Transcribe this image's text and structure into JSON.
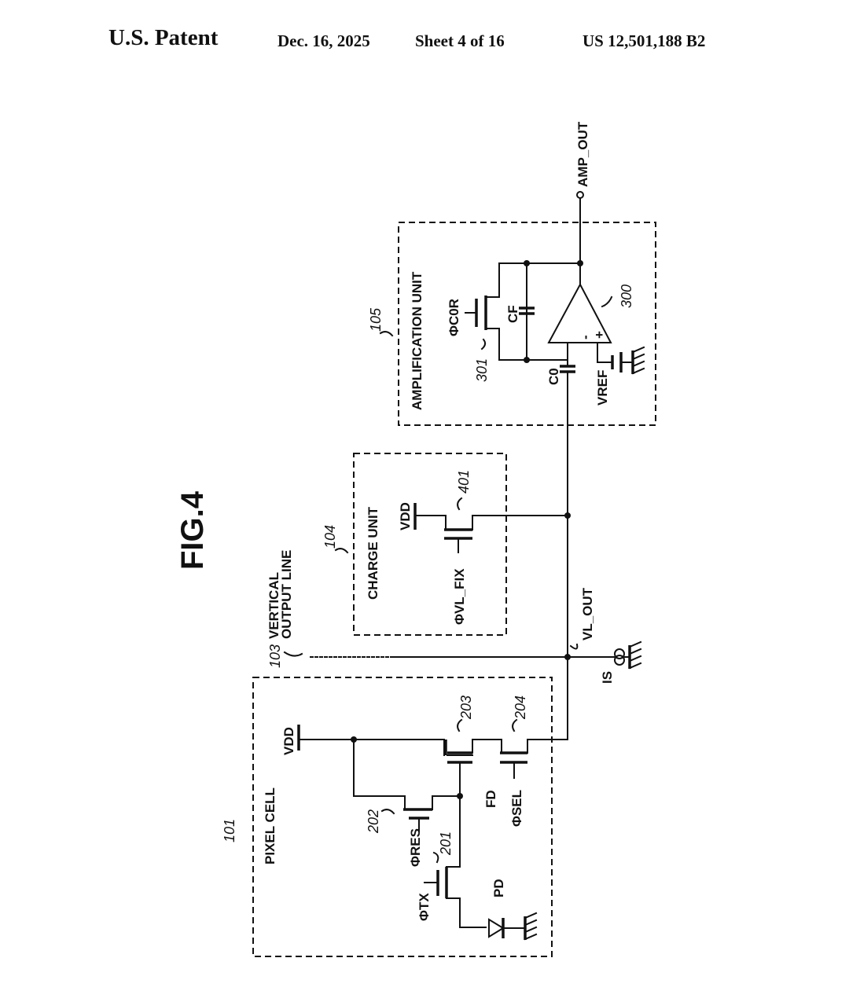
{
  "header": {
    "left": "U.S. Patent",
    "date": "Dec. 16, 2025",
    "sheet": "Sheet 4 of 16",
    "patent_number": "US 12,501,188 B2"
  },
  "figure": {
    "title": "FIG.4"
  },
  "blocks": {
    "pixel_cell": {
      "label": "PIXEL CELL",
      "ref": "101"
    },
    "vertical_output_line": {
      "label_line1": "VERTICAL",
      "label_line2": "OUTPUT LINE",
      "ref": "103"
    },
    "charge_unit": {
      "label": "CHARGE UNIT",
      "ref": "104"
    },
    "amplification_unit": {
      "label": "AMPLIFICATION UNIT",
      "ref": "105"
    }
  },
  "signals": {
    "vdd_pixel": "VDD",
    "vdd_charge": "VDD",
    "phi_res": "ΦRES",
    "phi_tx": "ΦTX",
    "phi_sel": "ΦSEL",
    "phi_vl_fix": "ΦVL_FIX",
    "phi_c0r": "ΦC0R",
    "fd": "FD",
    "pd": "PD",
    "is": "IS",
    "vl_out": "VL_OUT",
    "c0": "C0",
    "cf": "CF",
    "vref": "VREF",
    "amp_out": "AMP_OUT",
    "minus": "-",
    "plus": "+"
  },
  "refs": {
    "r201": "201",
    "r202": "202",
    "r203": "203",
    "r204": "204",
    "r300": "300",
    "r301": "301",
    "r401": "401"
  }
}
